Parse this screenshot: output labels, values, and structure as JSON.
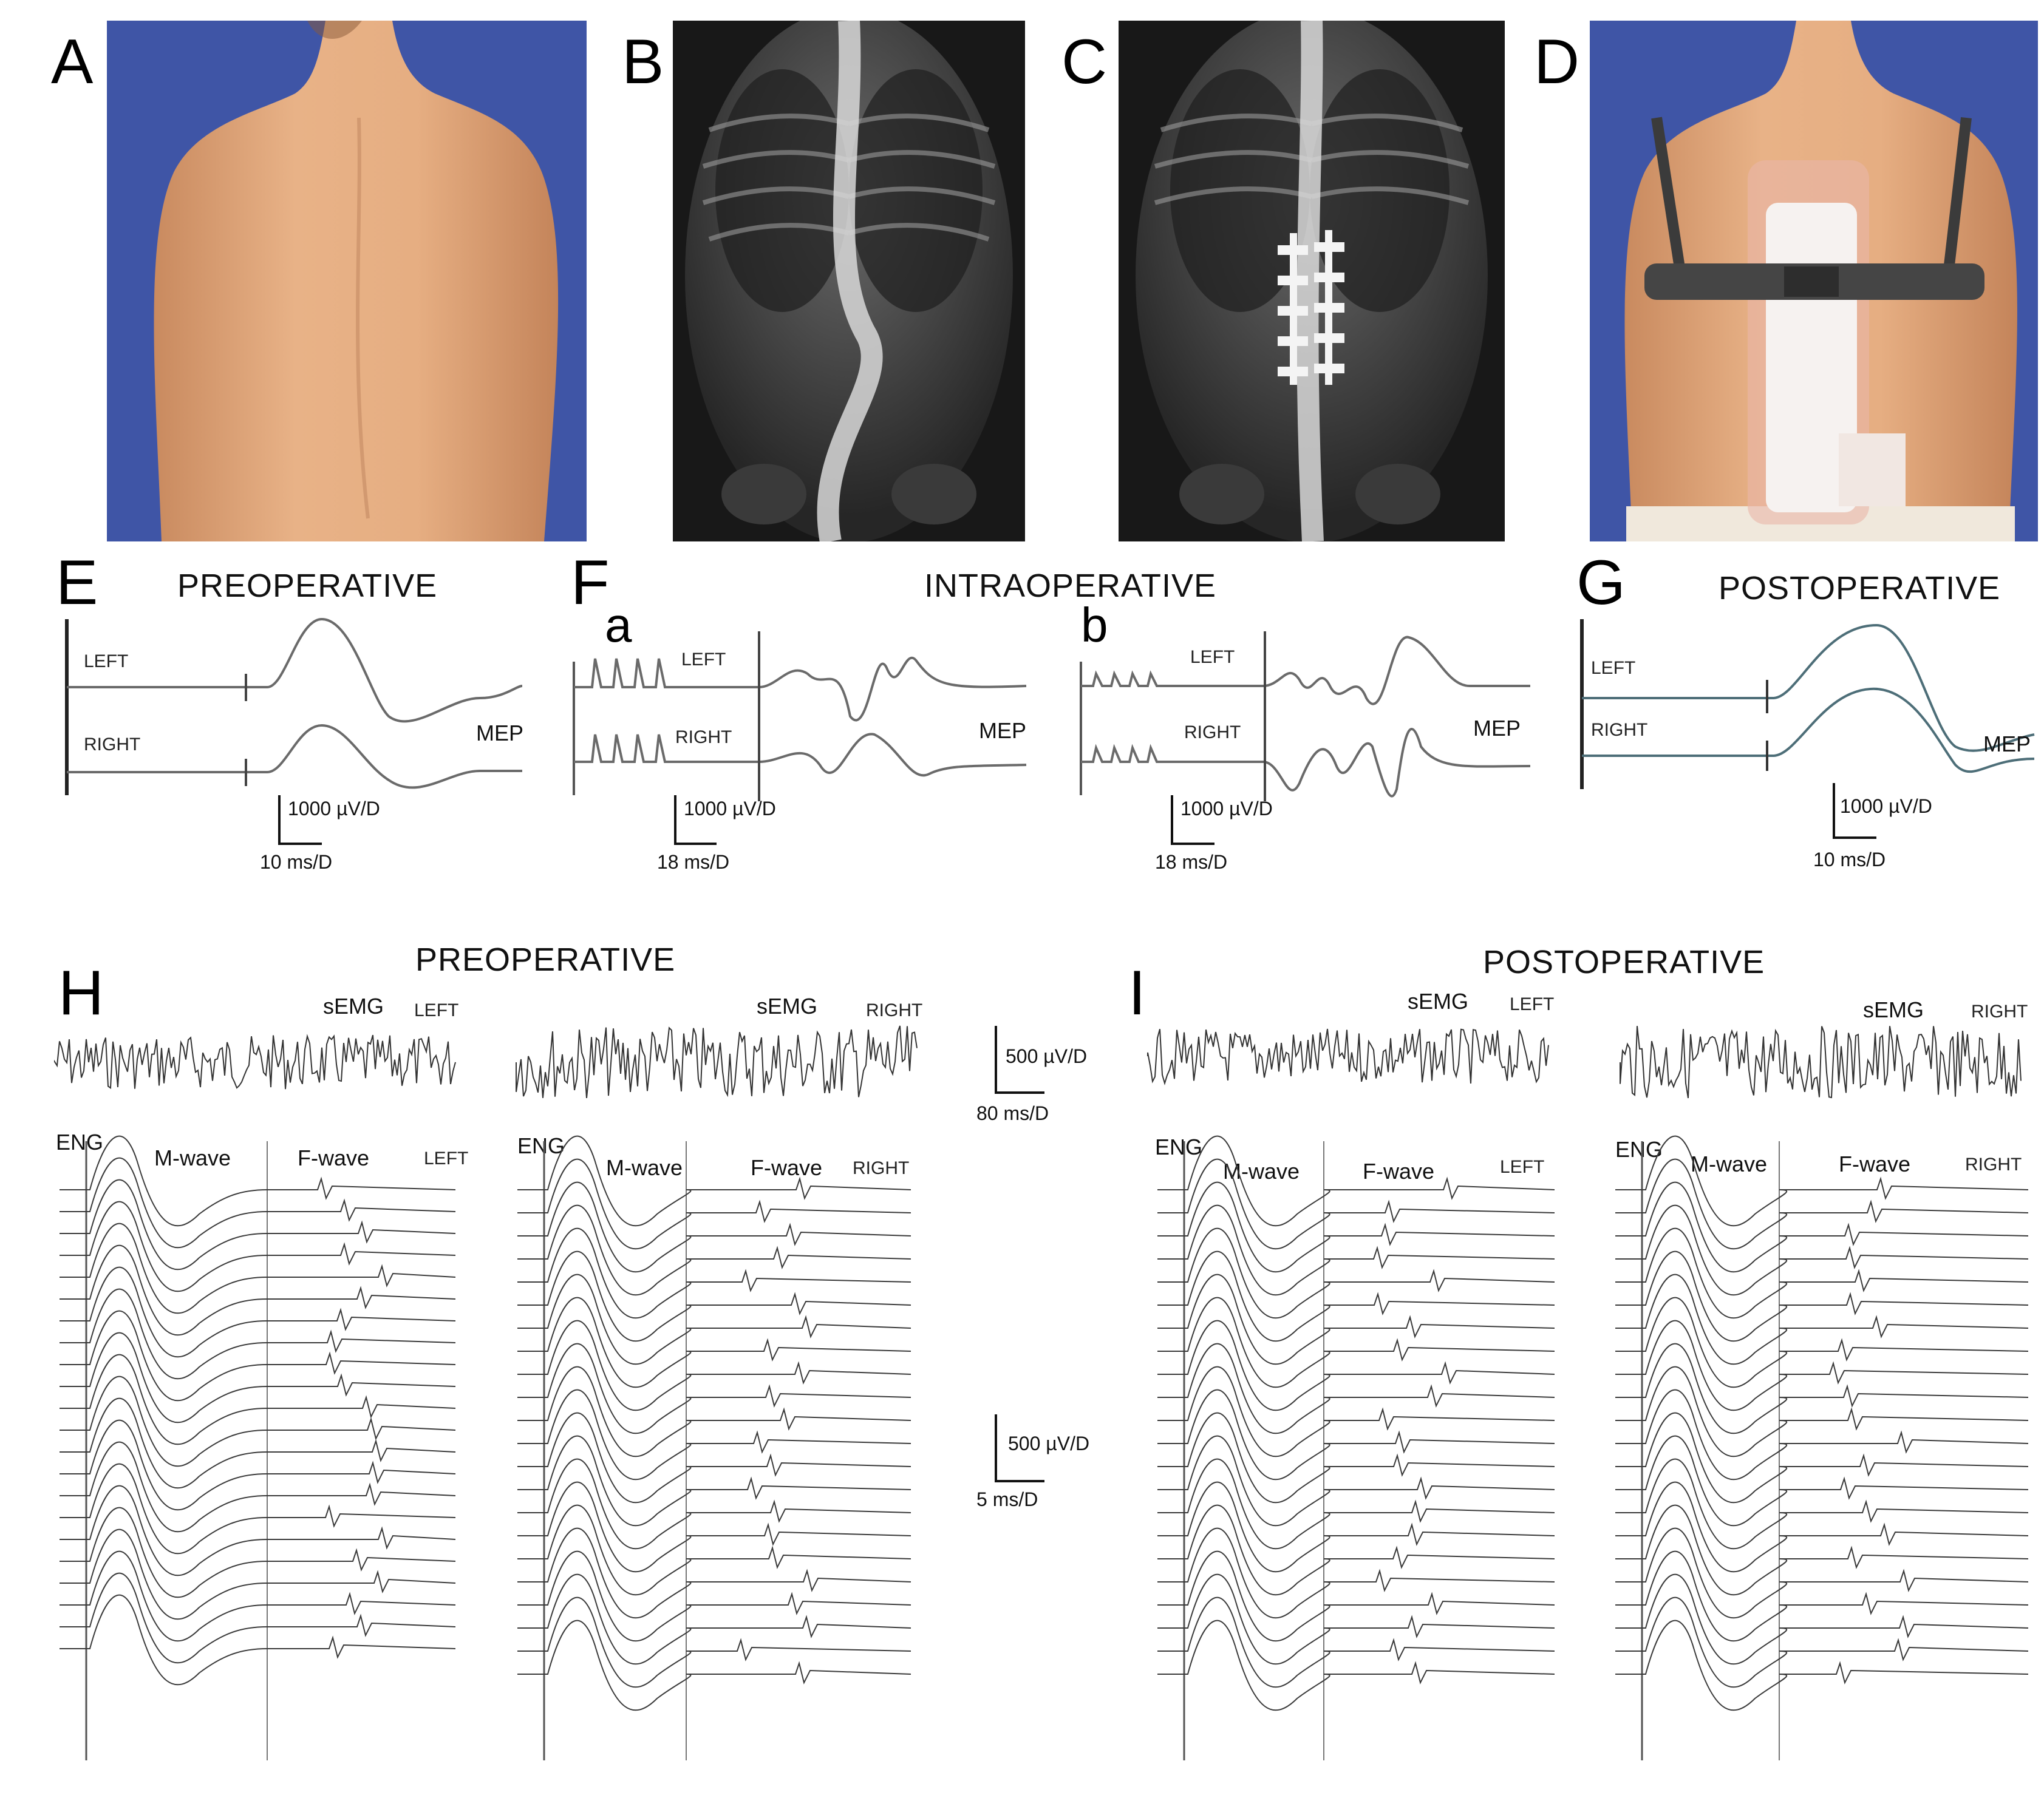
{
  "panels": {
    "A": "A",
    "B": "B",
    "C": "C",
    "D": "D",
    "E": "E",
    "F": "F",
    "Fa": "a",
    "Fb": "b",
    "G": "G",
    "H": "H",
    "I": "I"
  },
  "titles": {
    "preoperative": "PREOPERATIVE",
    "intraoperative": "INTRAOPERATIVE",
    "postoperative": "POSTOPERATIVE",
    "preoperative_h": "PREOPERATIVE",
    "postoperative_i": "POSTOPERATIVE"
  },
  "labels": {
    "left": "LEFT",
    "right": "RIGHT",
    "mep": "MEP",
    "semg": "sEMG",
    "eng": "ENG",
    "mwave": "M-wave",
    "fwave": "F-wave"
  },
  "scales": {
    "e_amp": "1000 µV/D",
    "e_time": "10 ms/D",
    "fa_amp": "1000 µV/D",
    "fa_time": "18 ms/D",
    "fb_amp": "1000 µV/D",
    "fb_time": "18 ms/D",
    "g_amp": "1000 µV/D",
    "g_time": "10 ms/D",
    "semg_amp": "500 µV/D",
    "semg_time": "80 ms/D",
    "eng_amp": "500 µV/D",
    "eng_time": "5 ms/D"
  },
  "colors": {
    "photo_bg_blue": "#3f55a6",
    "skin": "#e3a97c",
    "xray_dark": "#151515",
    "trace": "#555555"
  }
}
